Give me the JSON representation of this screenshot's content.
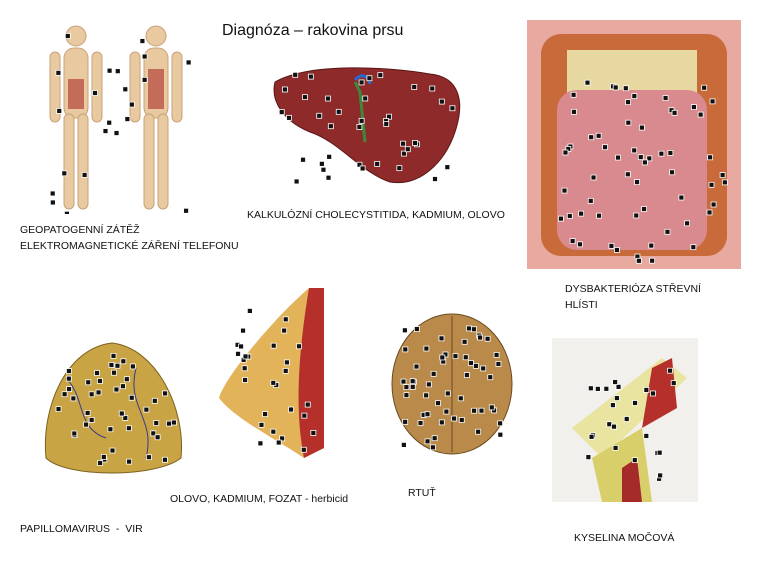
{
  "title": "Diagnóza – rakovina prsu",
  "captions": {
    "body": [
      "GEOPATOGENNÍ ZÁTĚŽ",
      "ELEKTROMAGNETICKÉ ZÁŘENÍ TELEFONU"
    ],
    "liver": "KALKULÓZNÍ CHOLECYSTITIDA, KADMIUM, OLOVO",
    "intestine": [
      "DYSBAKTERIÓZA STŘEVNÍ",
      "HLÍSTI"
    ],
    "breast": "PAPILLOMAVIRUS  -  VIR",
    "breast_side": "OLOVO, KADMIUM, FOZAT - herbicid",
    "brain": "RTUŤ",
    "knee": "KYSELINA MOČOVÁ"
  },
  "colors": {
    "skin": "#e8c9a0",
    "liver": "#8e2a2a",
    "intestine_frame": "#e8aaa0",
    "intestine": "#d98a8e",
    "breast": "#c9a444",
    "brain": "#b98a4a",
    "marker": "#111111"
  }
}
